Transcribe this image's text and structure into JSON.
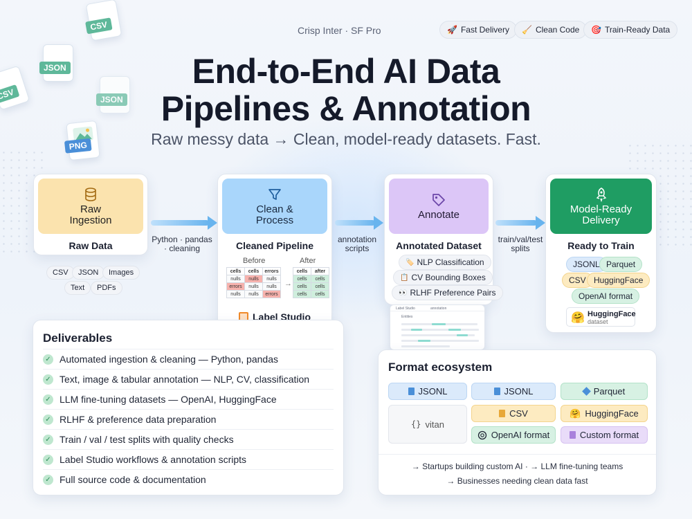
{
  "header": {
    "font_note": "Crisp Inter · SF Pro",
    "pills": [
      {
        "icon": "🚀",
        "label": "Fast Delivery"
      },
      {
        "icon": "🧹",
        "label": "Clean Code"
      },
      {
        "icon": "🎯",
        "label": "Train-Ready Data"
      }
    ],
    "title_line1": "End-to-End AI Data",
    "title_line2": "Pipelines & Annotation",
    "tagline": "Raw messy data → Clean, model-ready datasets. Fast."
  },
  "floating_files": [
    "CSV",
    "JSON",
    "CSV",
    "JSON",
    "PNG"
  ],
  "pipeline": {
    "stages": [
      {
        "title_line1": "Raw",
        "title_line2": "Ingestion",
        "icon": "database-icon",
        "caption": "Raw Data",
        "color": "#fbe3ae"
      },
      {
        "title_line1": "Clean &",
        "title_line2": "Process",
        "icon": "filter-icon",
        "caption": "Cleaned Pipeline",
        "color": "#a9d6fb"
      },
      {
        "title_line1": "Annotate",
        "title_line2": "",
        "icon": "tag-icon",
        "caption": "Annotated Dataset",
        "color": "#dcc6f7"
      },
      {
        "title_line1": "Model-Ready",
        "title_line2": "Delivery",
        "icon": "rocket-icon",
        "caption": "Ready to Train",
        "color": "#1f9d63"
      }
    ],
    "arrows": [
      {
        "line1": "Python · pandas",
        "line2": "· cleaning"
      },
      {
        "line1": "annotation",
        "line2": "scripts"
      },
      {
        "line1": "train/val/test",
        "line2": "splits"
      }
    ],
    "raw_chips": [
      "CSV",
      "JSON",
      "Images",
      "Text",
      "PDFs"
    ],
    "clean": {
      "before_label": "Before",
      "after_label": "After",
      "tool": "Label Studio",
      "before_table": [
        [
          "cells",
          "cells",
          "errors"
        ],
        [
          "nulls",
          "nulls",
          "nulls"
        ],
        [
          "errors",
          "nulls",
          "nulls"
        ],
        [
          "nulls",
          "nulls",
          "errors"
        ]
      ],
      "after_table": [
        [
          "cells",
          "after"
        ],
        [
          "cells",
          "cells"
        ],
        [
          "cells",
          "cells"
        ],
        [
          "cells",
          "cells"
        ]
      ]
    },
    "annotate_chips": [
      {
        "icon": "🏷️",
        "label": "NLP Classification"
      },
      {
        "icon": "📋",
        "label": "CV Bounding Boxes"
      },
      {
        "icon": "👀",
        "label": "RLHF Preference Pairs"
      }
    ],
    "annotate_shot": {
      "title": "Label Studio",
      "field": "annotation",
      "section": "Entities"
    },
    "delivery_chips": [
      "JSONL",
      "Parquet",
      "CSV",
      "HuggingFace",
      "OpenAI format"
    ],
    "hf_badge": {
      "label": "HuggingFace",
      "sub": "dataset"
    }
  },
  "deliverables": {
    "title": "Deliverables",
    "items": [
      "Automated ingestion & cleaning — Python, pandas",
      "Text, image & tabular annotation — NLP, CV, classification",
      "LLM fine-tuning datasets — OpenAI, HuggingFace",
      "RLHF & preference data preparation",
      "Train / val / test splits with quality checks",
      "Label Studio workflows & annotation scripts",
      "Full source code & documentation"
    ]
  },
  "ecosystem": {
    "title": "Format ecosystem",
    "formats": [
      {
        "label": "JSONL",
        "icon": "file-icon"
      },
      {
        "label": "JSONL",
        "icon": "file-icon"
      },
      {
        "label": "Parquet",
        "icon": "diamond-icon"
      },
      {
        "label": "vitan",
        "icon": "braces-icon"
      },
      {
        "label": "CSV",
        "icon": "file-icon"
      },
      {
        "label": "HuggingFace",
        "icon": "hugging-face-icon"
      },
      {
        "label": "OpenAI format",
        "icon": "openai-icon"
      },
      {
        "label": "Custom format",
        "icon": "file-icon"
      }
    ],
    "audience_line1": "→ Startups building custom AI  ·  → LLM fine-tuning teams",
    "audience_line2": "→ Businesses needing clean data fast"
  }
}
